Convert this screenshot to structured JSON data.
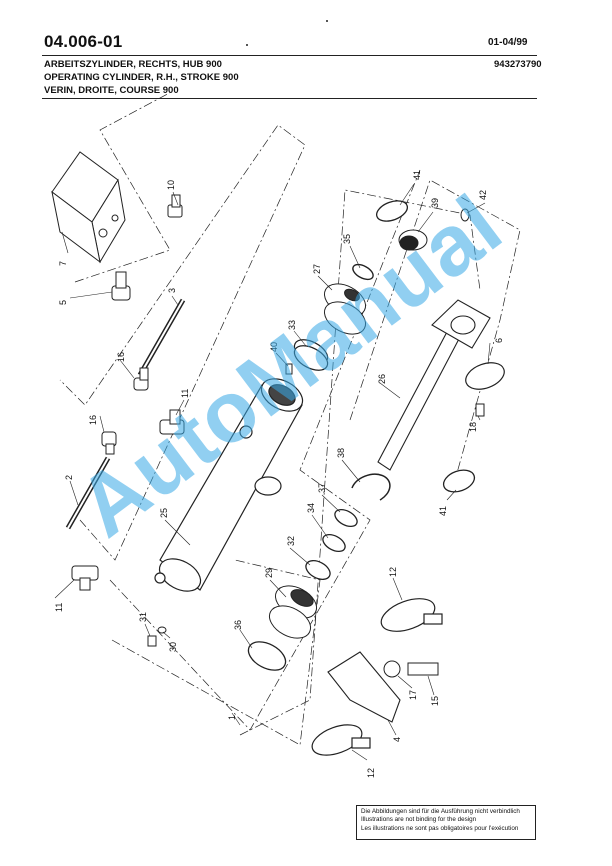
{
  "header": {
    "page_number": "04.006-01",
    "date": "01-04/99",
    "part_number": "943273790",
    "titles": [
      "ARBEITSZYLINDER, RECHTS, HUB 900",
      "OPERATING CYLINDER, R.H., STROKE 900",
      "VERIN, DROITE, COURSE 900"
    ]
  },
  "callouts": [
    "10",
    "7",
    "5",
    "3",
    "16",
    "41",
    "42",
    "39",
    "35",
    "27",
    "33",
    "40",
    "6",
    "11",
    "16",
    "26",
    "18",
    "2",
    "25",
    "38",
    "37",
    "34",
    "11",
    "32",
    "29",
    "41",
    "31",
    "30",
    "36",
    "12",
    "15",
    "17",
    "4",
    "1",
    "12"
  ],
  "watermark": "AutoManual",
  "footer": {
    "lines": [
      "Die Abbildungen sind für die Ausführung nicht verbindlich",
      "Illustrations are not binding for the design",
      "Les illustrations ne sont pas obligatoires pour l'exécution"
    ]
  }
}
